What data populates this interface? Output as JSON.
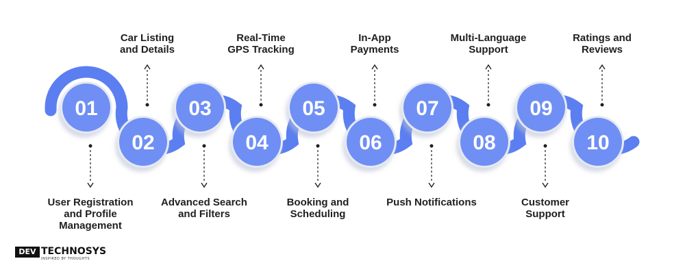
{
  "colors": {
    "accent": "#5b7ff0",
    "accent_light": "#6f8ff4",
    "shadow": "#e6e9f2",
    "text": "#1f1f1f"
  },
  "steps": [
    {
      "num": "01",
      "label": "User Registration\nand Profile\nManagement"
    },
    {
      "num": "02",
      "label": "Car Listing\nand Details"
    },
    {
      "num": "03",
      "label": "Advanced Search\nand Filters"
    },
    {
      "num": "04",
      "label": "Real-Time\nGPS Tracking"
    },
    {
      "num": "05",
      "label": "Booking and\nScheduling"
    },
    {
      "num": "06",
      "label": "In-App\nPayments"
    },
    {
      "num": "07",
      "label": "Push Notifications"
    },
    {
      "num": "08",
      "label": "Multi-Language\nSupport"
    },
    {
      "num": "09",
      "label": "Customer\nSupport"
    },
    {
      "num": "10",
      "label": "Ratings and\nReviews"
    }
  ],
  "logo": {
    "mark": "DEV",
    "word": "TECHNOSYS",
    "tagline": "INSPIRED BY THOUGHTS"
  }
}
